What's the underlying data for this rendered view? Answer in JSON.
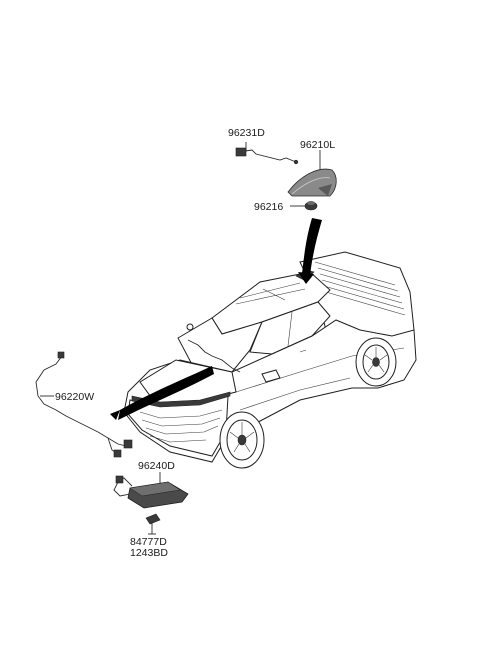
{
  "parts": {
    "p96231D": "96231D",
    "p96210L": "96210L",
    "p96216": "96216",
    "p96220W": "96220W",
    "p96240D": "96240D",
    "p84777D": "84777D",
    "p1243BD": "1243BD"
  }
}
